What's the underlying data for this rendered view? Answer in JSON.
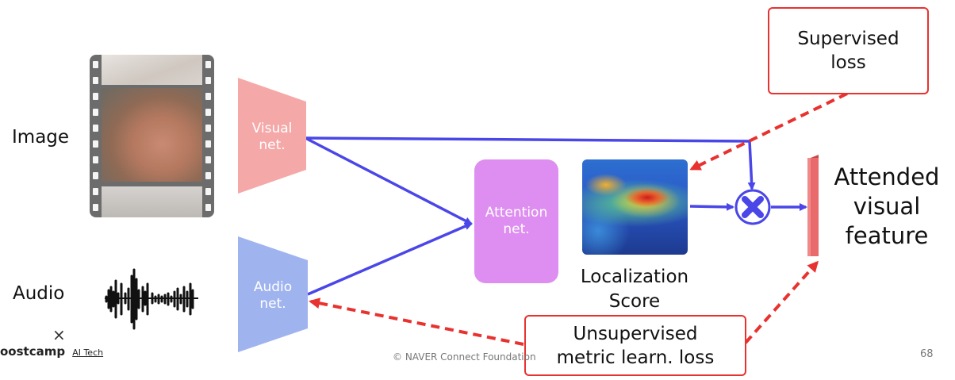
{
  "inputs": {
    "image_label": "Image",
    "audio_label": "Audio"
  },
  "nets": {
    "visual": [
      "Visual",
      "net."
    ],
    "audio": [
      "Audio",
      "net."
    ],
    "attention": [
      "Attention",
      "net."
    ]
  },
  "localization": [
    "Localization",
    "Score"
  ],
  "attended": [
    "Attended",
    "visual",
    "feature"
  ],
  "losses": {
    "supervised": [
      "Supervised",
      "loss"
    ],
    "unsupervised": [
      "Unsupervised",
      "metric learn. loss"
    ]
  },
  "footer": {
    "logo_mark": "×",
    "logo_text": "oostcamp",
    "logo_sub": "AI Tech",
    "copyright": "©  NAVER Connect Foundation",
    "page": "68"
  },
  "colors": {
    "visual_net": "#f5a8a8",
    "audio_net": "#9fb3ef",
    "attention_net": "#dd8ef0",
    "arrow_blue": "#4a46e8",
    "arrow_red": "#e8322f",
    "feature_bar": "#e86a6a"
  },
  "icons": {
    "multiply": "multiply-icon"
  }
}
